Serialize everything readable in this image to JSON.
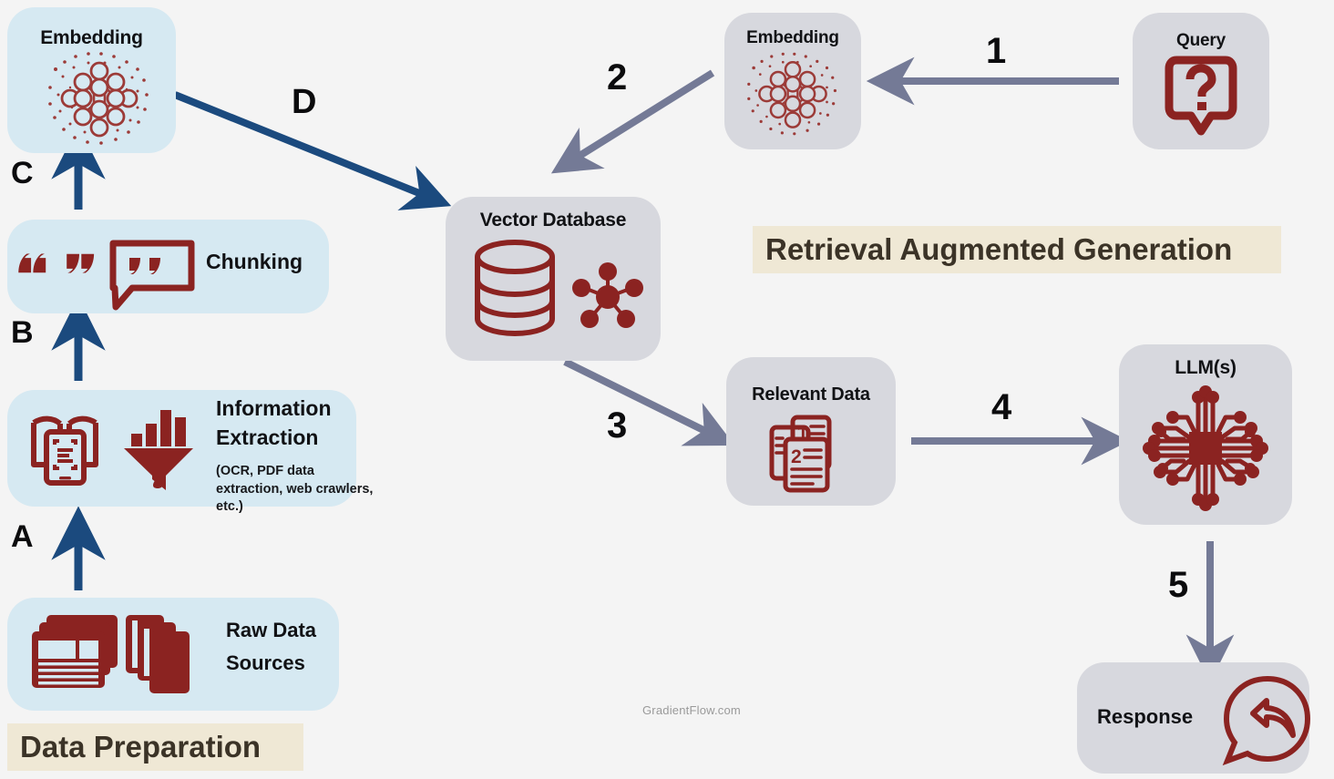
{
  "meta": {
    "watermark": "GradientFlow.com",
    "background_color": "#f4f4f4",
    "blue_box_color": "#d6e9f2",
    "gray_box_color": "#d7d8de",
    "banner_color": "#efe8d5",
    "icon_color": "#8b2321",
    "blue_arrow_color": "#1b4a7e",
    "gray_arrow_color": "#747a96"
  },
  "banners": {
    "data_preparation": "Data Preparation",
    "rag": "Retrieval Augmented Generation"
  },
  "nodes": {
    "embedding_left": {
      "title": "Embedding",
      "icon": "embedding-lattice-icon"
    },
    "chunking": {
      "title": "Chunking",
      "icon": "quote-bubble-icon"
    },
    "information_extraction": {
      "title_line1": "Information",
      "title_line2": "Extraction",
      "subtitle": "(OCR, PDF data extraction, web crawlers, etc.)",
      "icon_a": "book-tablet-scan-icon",
      "icon_b": "funnel-chart-icon"
    },
    "raw_data_sources": {
      "title_line1": "Raw Data",
      "title_line2": "Sources",
      "icon": "stacked-documents-icon"
    },
    "vector_database": {
      "title": "Vector Database",
      "icon_a": "database-cylinder-icon",
      "icon_b": "vector-nodes-icon"
    },
    "embedding_right": {
      "title": "Embedding",
      "icon": "embedding-lattice-icon"
    },
    "query": {
      "title": "Query",
      "icon": "question-bubble-icon"
    },
    "relevant_data": {
      "title": "Relevant Data",
      "icon": "ranked-documents-icon"
    },
    "llm": {
      "title": "LLM(s)",
      "icon": "ai-chip-icon"
    },
    "response": {
      "title": "Response",
      "icon": "reply-bubble-icon"
    }
  },
  "arrows": {
    "a": {
      "label": "A",
      "from": "raw_data_sources",
      "to": "information_extraction",
      "color": "#1b4a7e"
    },
    "b": {
      "label": "B",
      "from": "information_extraction",
      "to": "chunking",
      "color": "#1b4a7e"
    },
    "c": {
      "label": "C",
      "from": "chunking",
      "to": "embedding_left",
      "color": "#1b4a7e"
    },
    "d": {
      "label": "D",
      "from": "embedding_left",
      "to": "vector_database",
      "color": "#1b4a7e"
    },
    "one": {
      "label": "1",
      "from": "query",
      "to": "embedding_right",
      "color": "#747a96"
    },
    "two": {
      "label": "2",
      "from": "embedding_right",
      "to": "vector_database",
      "color": "#747a96"
    },
    "three": {
      "label": "3",
      "from": "vector_database",
      "to": "relevant_data",
      "color": "#747a96"
    },
    "four": {
      "label": "4",
      "from": "relevant_data",
      "to": "llm",
      "color": "#747a96"
    },
    "five": {
      "label": "5",
      "from": "llm",
      "to": "response",
      "color": "#747a96"
    }
  }
}
